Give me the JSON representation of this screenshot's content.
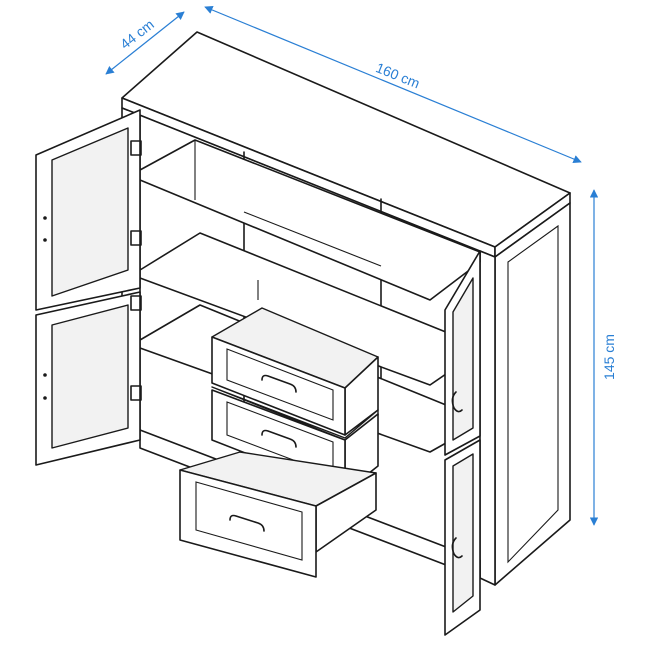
{
  "dimensions": {
    "depth": "44 cm",
    "width": "160 cm",
    "height": "145 cm"
  },
  "colors": {
    "dimension": "#2a7fd4",
    "outline": "#1a1a1a",
    "background": "#ffffff"
  }
}
